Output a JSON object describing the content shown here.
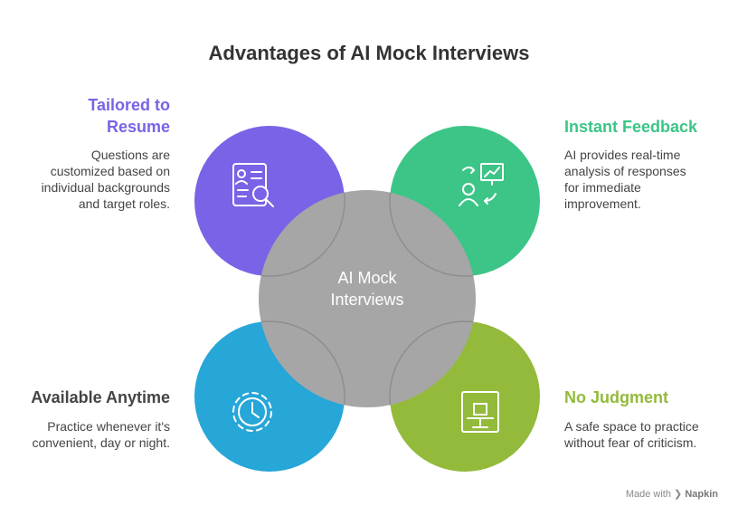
{
  "title": "Advantages of AI Mock Interviews",
  "center": {
    "line1": "AI Mock",
    "line2": "Interviews"
  },
  "colors": {
    "center": "#a6a6a6",
    "tailored": "#7a63e6",
    "feedback": "#3cc587",
    "anytime": "#27a6d8",
    "judgment": "#93ba3b"
  },
  "items": {
    "tailored": {
      "heading_line1": "Tailored to",
      "heading_line2": "Resume",
      "desc_lines": [
        "Questions are",
        "customized based on",
        "individual backgrounds",
        "and target roles."
      ],
      "icon": "resume-search-icon"
    },
    "feedback": {
      "heading": "Instant Feedback",
      "desc_lines": [
        "AI provides real-time",
        "analysis of responses",
        "for immediate",
        "improvement."
      ],
      "icon": "presentation-feedback-icon"
    },
    "anytime": {
      "heading": "Available Anytime",
      "desc_lines": [
        "Practice whenever it's",
        "convenient, day or night."
      ],
      "icon": "clock-icon"
    },
    "judgment": {
      "heading": "No Judgment",
      "desc_lines": [
        "A safe space to practice",
        "without fear of criticism."
      ],
      "icon": "empty-chair-icon"
    }
  },
  "footer": {
    "made_with": "Made with",
    "brand": "Napkin"
  }
}
